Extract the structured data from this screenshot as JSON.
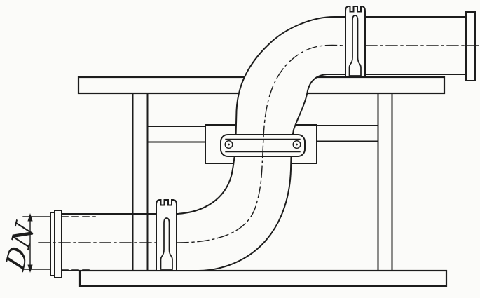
{
  "labels": {
    "dn": "DN"
  },
  "colors": {
    "ink": "#1c1c1c",
    "paper": "#fbfbf9"
  },
  "icons": {
    "drawing": "technical-line-drawing-of-s-bend-pipe-on-support-frame",
    "dimension": "vertical-double-arrow-dimension"
  }
}
